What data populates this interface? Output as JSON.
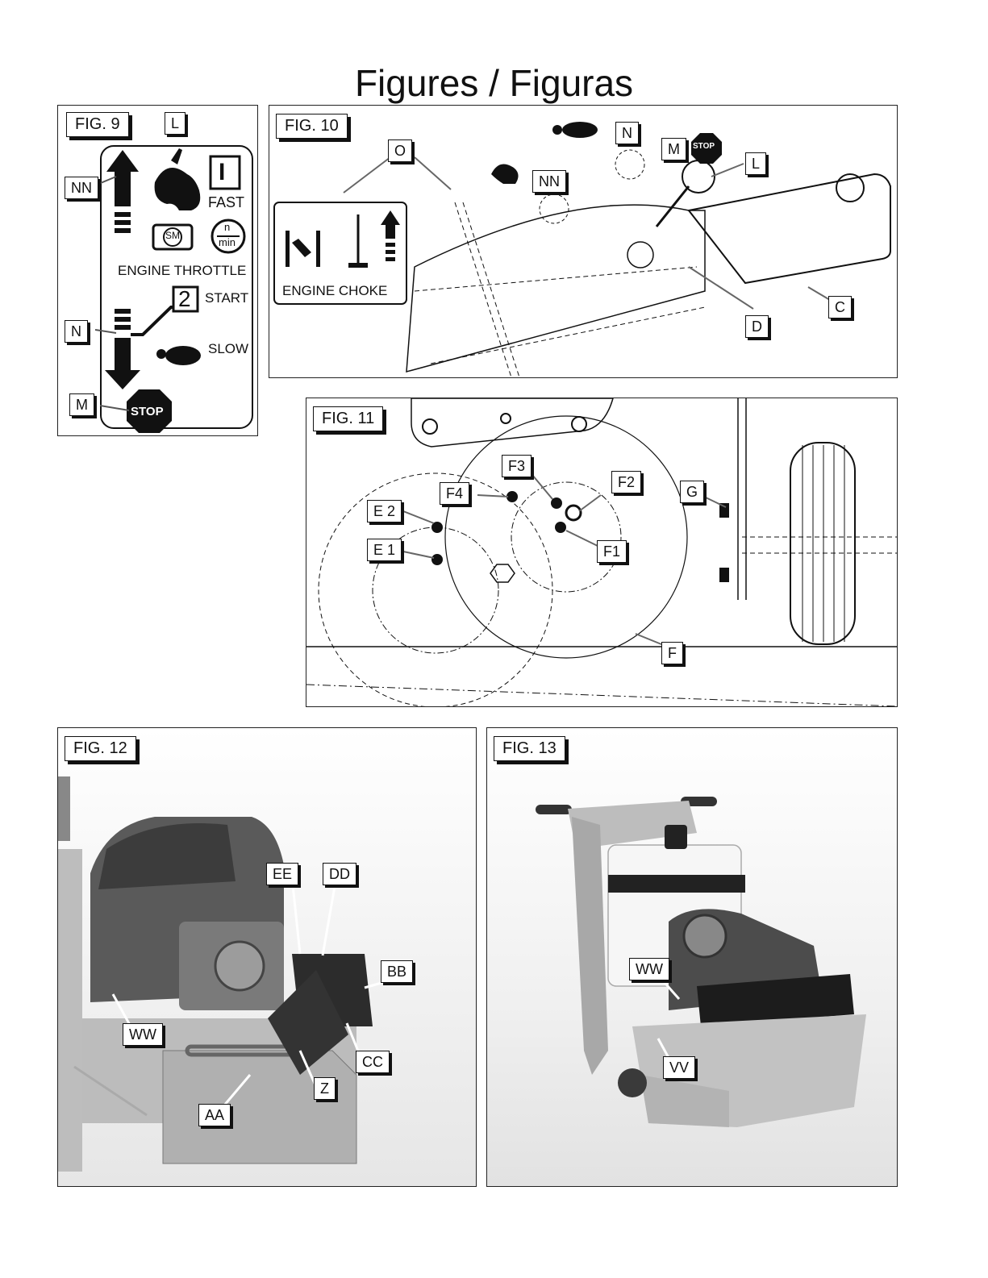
{
  "page": {
    "title": "Figures / Figuras"
  },
  "fig9": {
    "label": "FIG. 9",
    "callouts": {
      "L": "L",
      "NN": "NN",
      "N": "N",
      "M": "M"
    },
    "fast": "FAST",
    "start": "START",
    "slow": "SLOW",
    "throttle": "ENGINE THROTTLE",
    "stop": "STOP",
    "sm": "SM",
    "n": "n",
    "min": "min",
    "one": "I",
    "two": "2"
  },
  "fig10": {
    "label": "FIG. 10",
    "callouts": {
      "O": "O",
      "N": "N",
      "NN": "NN",
      "M": "M",
      "L": "L",
      "C": "C",
      "D": "D"
    },
    "choke": "ENGINE CHOKE",
    "stop": "STOP"
  },
  "fig11": {
    "label": "FIG. 11",
    "callouts": {
      "F3": "F3",
      "F4": "F4",
      "F2": "F2",
      "G": "G",
      "E2": "E 2",
      "E1": "E 1",
      "F1": "F1",
      "F": "F"
    }
  },
  "fig12": {
    "label": "FIG. 12",
    "callouts": {
      "EE": "EE",
      "DD": "DD",
      "BB": "BB",
      "WW": "WW",
      "CC": "CC",
      "Z": "Z",
      "AA": "AA"
    }
  },
  "fig13": {
    "label": "FIG. 13",
    "callouts": {
      "WW": "WW",
      "VV": "VV"
    }
  }
}
